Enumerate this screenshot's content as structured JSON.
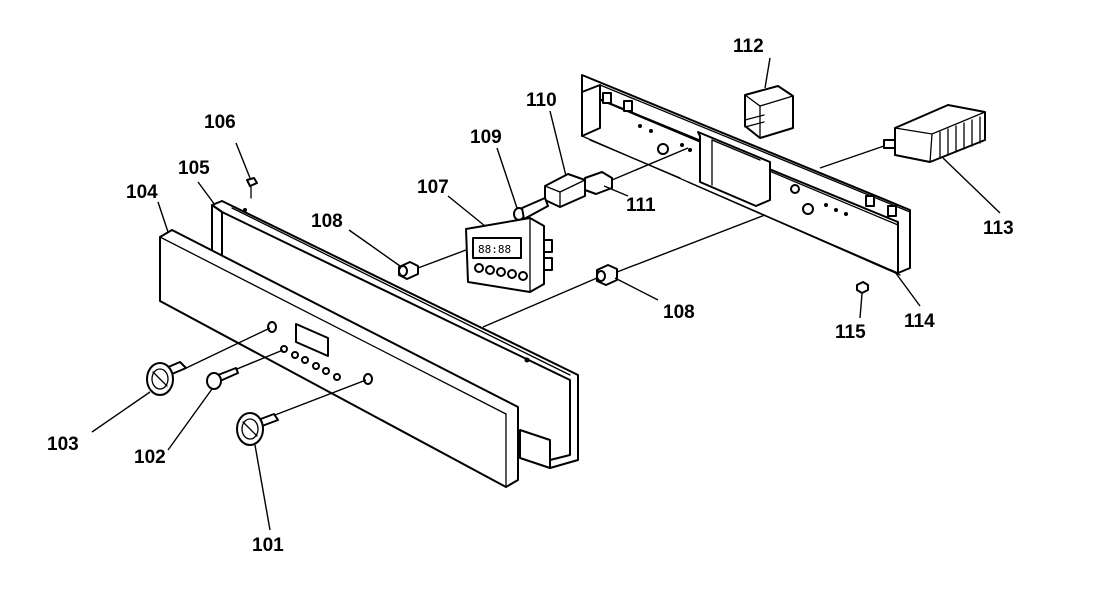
{
  "callouts": {
    "c101": "101",
    "c102": "102",
    "c103": "103",
    "c104": "104",
    "c105": "105",
    "c106": "106",
    "c107": "107",
    "c108a": "108",
    "c108b": "108",
    "c109": "109",
    "c110": "110",
    "c111": "111",
    "c112": "112",
    "c113": "113",
    "c114": "114",
    "c115": "115"
  },
  "clock_display": "88:88"
}
